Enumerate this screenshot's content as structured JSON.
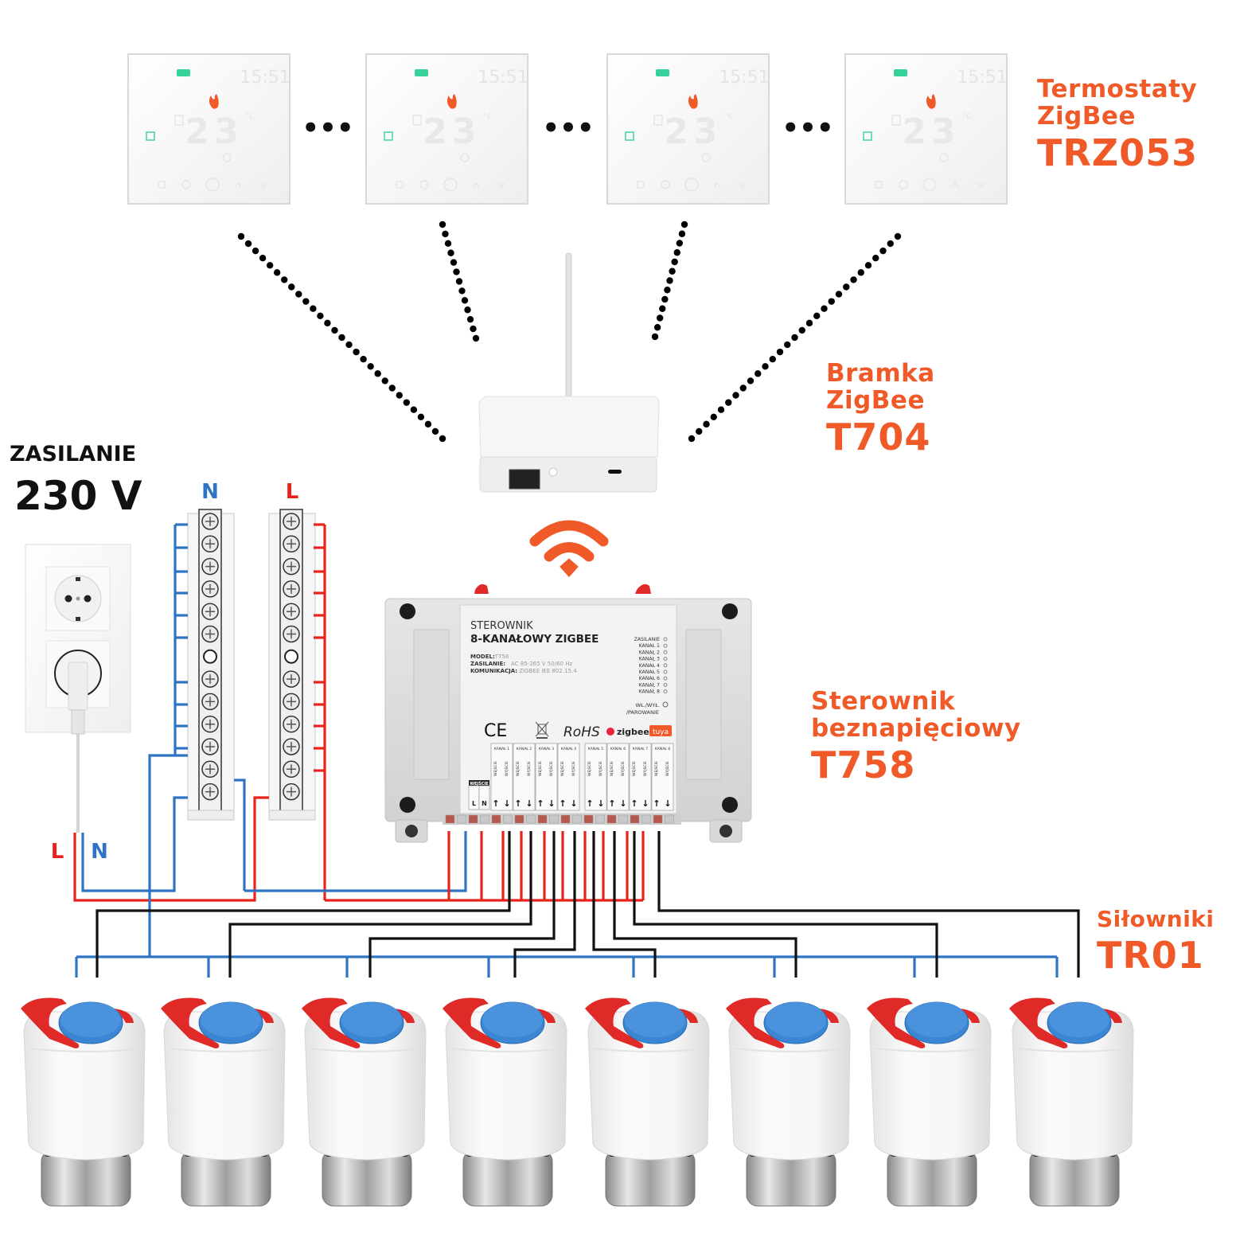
{
  "labels": {
    "thermostats": {
      "line1": "Termostaty",
      "line2": "ZigBee",
      "model": "TRZ053"
    },
    "gateway": {
      "line1": "Bramka",
      "line2": "ZigBee",
      "model": "T704"
    },
    "controller": {
      "line1": "Sterownik",
      "line2": "beznapięciowy",
      "model": "T758"
    },
    "actuators": {
      "line1": "Siłowniki",
      "model": "TR01"
    },
    "power": {
      "line1": "ZASILANIE",
      "line2": "230 V"
    }
  },
  "thermostat": {
    "count_shown": 4,
    "time_display": "15:51",
    "temp_display": "23",
    "unit": "°C",
    "ellipsis": "•••"
  },
  "busbars": {
    "neutral_label": "N",
    "live_label": "L"
  },
  "supply_wires": {
    "live_label": "L",
    "neutral_label": "N"
  },
  "controller_panel": {
    "title": "STEROWNIK",
    "subtitle": "8-KANAŁOWY ZIGBEE",
    "specs": [
      {
        "key": "MODEL:",
        "value": "T758"
      },
      {
        "key": "ZASILANIE:",
        "value": "AC 85-265 V 50/60 Hz"
      },
      {
        "key": "KOMUNIKACJA:",
        "value": "ZIGBEE IEE 802.15.4"
      }
    ],
    "leds": [
      "ZASILANIE",
      "KANAŁ 1",
      "KANAŁ 2",
      "KANAŁ 3",
      "KANAŁ 4",
      "KANAŁ 5",
      "KANAŁ 6",
      "KANAŁ 7",
      "KANAŁ 8"
    ],
    "button_label_1": "WŁ./WYŁ.",
    "button_label_2": "/PAROWANIE",
    "certs": {
      "ce": "CE",
      "rohs": "RoHS",
      "zigbee": "zigbee",
      "tuya": "tuya"
    },
    "input_header": "WEJŚCIE",
    "input_terminals": [
      "L",
      "N"
    ],
    "channels": [
      "KANAŁ 1",
      "KANAŁ 2",
      "KANAŁ 3",
      "KANAŁ 4",
      "KANAŁ 5",
      "KANAŁ 6",
      "KANAŁ 7",
      "KANAŁ 8"
    ],
    "channel_in": "WEJŚCIE",
    "channel_out": "WYJŚCIE",
    "arrow_in": "↑",
    "arrow_out": "↓"
  },
  "actuators": {
    "count": 8
  },
  "colors": {
    "accent": "#f05a28",
    "live_wire": "#e8231b",
    "neutral_wire": "#2e73c4",
    "signal_wire": "#111111",
    "actuator_cap": "#3a86d4",
    "actuator_clip": "#e02a28"
  }
}
